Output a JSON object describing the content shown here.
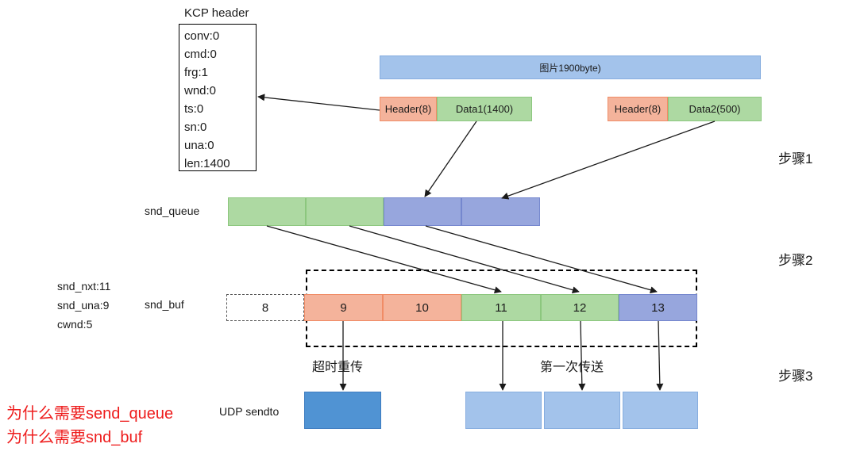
{
  "kcp_header": {
    "title": "KCP header",
    "fields": [
      "conv:0",
      "cmd:0",
      "frg:1",
      "wnd:0",
      "ts:0",
      "sn:0",
      "una:0",
      "len:1400"
    ]
  },
  "image_bar": {
    "label": "图片1900byte)"
  },
  "packet1": {
    "header": "Header(8)",
    "data": "Data1(1400)"
  },
  "packet2": {
    "header": "Header(8)",
    "data": "Data2(500)"
  },
  "steps": {
    "step1": "步骤1",
    "step2": "步骤2",
    "step3": "步骤3"
  },
  "snd_queue": {
    "label": "snd_queue"
  },
  "snd_buf": {
    "label": "snd_buf",
    "segments": [
      "8",
      "9",
      "10",
      "11",
      "12",
      "13"
    ]
  },
  "state": {
    "snd_nxt": "snd_nxt:11",
    "snd_una": "snd_una:9",
    "cwnd": "cwnd:5"
  },
  "annotations": {
    "retransmit": "超时重传",
    "first_send": "第一次传送"
  },
  "udp": {
    "label": "UDP sendto"
  },
  "questions": [
    "为什么需要send_queue",
    "为什么需要snd_buf"
  ],
  "colors": {
    "header_orange": "#f4b39b",
    "data_green": "#add9a2",
    "queue_purple": "#97a6dd",
    "image_blue": "#a3c3eb",
    "udp_blue": "#5093d3",
    "question_red": "#ee1c1c"
  }
}
